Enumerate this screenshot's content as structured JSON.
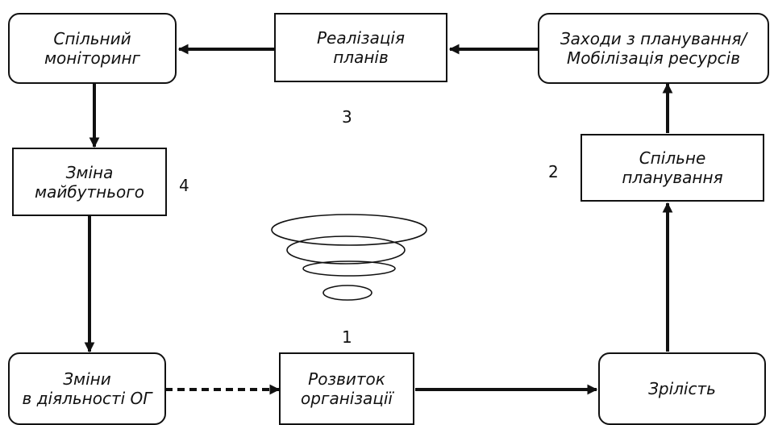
{
  "nodes": {
    "monitoring": {
      "line1": "Спільний",
      "line2": "моніторинг"
    },
    "implementation": {
      "line1": "Реалізація",
      "line2": "планів"
    },
    "planning_measures": {
      "line1": "Заходи з планування/",
      "line2": "Мобілізація ресурсів"
    },
    "joint_planning": {
      "line1": "Спільне",
      "line2": "планування"
    },
    "future_change": {
      "line1": "Зміна",
      "line2": "майбутнього"
    },
    "activity_change": {
      "line1": "Зміни",
      "line2": "в діяльності ОГ"
    },
    "org_development": {
      "line1": "Розвиток",
      "line2": "організації"
    },
    "maturity": {
      "line1": "Зрілість"
    }
  },
  "numbers": {
    "n1": "1",
    "n2": "2",
    "n3": "3",
    "n4": "4"
  }
}
